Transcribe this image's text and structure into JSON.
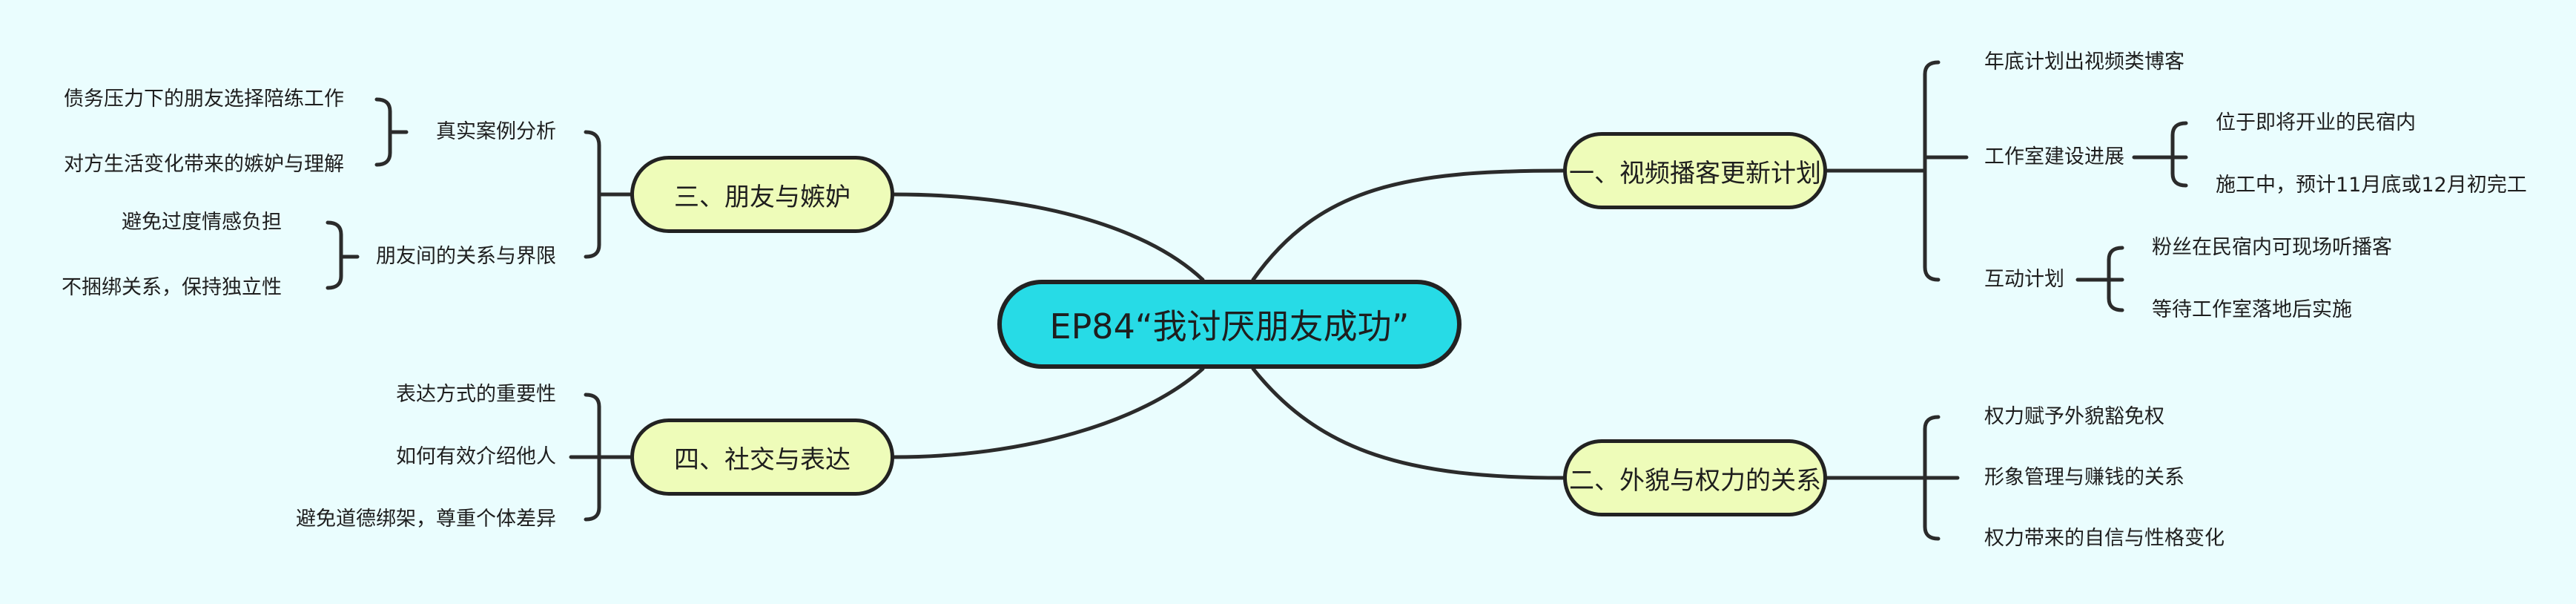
{
  "center": {
    "label": "EP84“我讨厌朋友成功”"
  },
  "branches": [
    {
      "label": "一、视频播客更新计划",
      "children": [
        {
          "label": "年底计划出视频类博客"
        },
        {
          "label": "工作室建设进展",
          "children": [
            {
              "label": "位于即将开业的民宿内"
            },
            {
              "label": "施工中，预计11月底或12月初完工"
            }
          ]
        },
        {
          "label": "互动计划",
          "children": [
            {
              "label": "粉丝在民宿内可现场听播客"
            },
            {
              "label": "等待工作室落地后实施"
            }
          ]
        }
      ]
    },
    {
      "label": "二、外貌与权力的关系",
      "children": [
        {
          "label": "权力赋予外貌豁免权"
        },
        {
          "label": "形象管理与赚钱的关系"
        },
        {
          "label": "权力带来的自信与性格变化"
        }
      ]
    },
    {
      "label": "三、朋友与嫉妒",
      "children": [
        {
          "label": "真实案例分析",
          "children": [
            {
              "label": "债务压力下的朋友选择陪练工作"
            },
            {
              "label": "对方生活变化带来的嫉妒与理解"
            }
          ]
        },
        {
          "label": "朋友间的关系与界限",
          "children": [
            {
              "label": "避免过度情感负担"
            },
            {
              "label": "不捆绑关系，保持独立性"
            }
          ]
        }
      ]
    },
    {
      "label": "四、社交与表达",
      "children": [
        {
          "label": "表达方式的重要性"
        },
        {
          "label": "如何有效介绍他人"
        },
        {
          "label": "避免道德绑架，尊重个体差异"
        }
      ]
    }
  ],
  "colors": {
    "background": "#eafdfe",
    "center_fill": "#27dbe6",
    "branch_fill": "#eefcb9",
    "line": "#2b2b2b"
  }
}
